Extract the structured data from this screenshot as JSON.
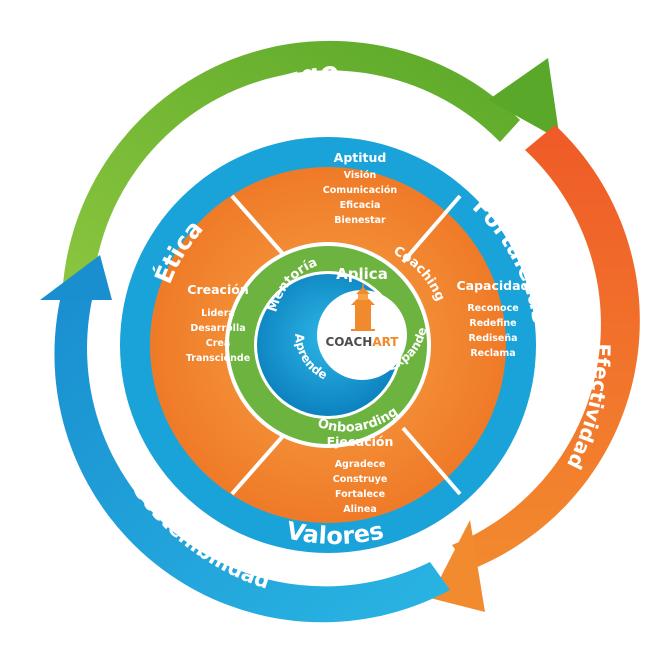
{
  "colors": {
    "green": "#7cbf3a",
    "green_dark": "#5e9e2a",
    "blue": "#1aa3d8",
    "blue_dark": "#0f87c2",
    "red_orange": "#ec5a2a",
    "orange": "#f3872f",
    "orange_light": "#f8a347",
    "white": "#ffffff",
    "brand_dark": "#4d4d4d",
    "brand_orange": "#f08a2c"
  },
  "outer_cycle": {
    "top": "Liderazgo",
    "right": "Efectividad",
    "bottom": "Sostenibilidad"
  },
  "middle_ring": {
    "left": "Ética",
    "right": "Fortalezas",
    "bottom": "Valores"
  },
  "quadrants": {
    "top": {
      "title": "Aptitud",
      "items": [
        "Visión",
        "Comunicación",
        "Eficacia",
        "Bienestar"
      ]
    },
    "right": {
      "title": "Capacidad",
      "items": [
        "Reconoce",
        "Redefine",
        "Rediseña",
        "Reclama"
      ]
    },
    "bottom": {
      "title": "Ejecución",
      "items": [
        "Agradece",
        "Construye",
        "Fortalece",
        "Alinea"
      ]
    },
    "left": {
      "title": "Creación",
      "items": [
        "Lidera",
        "Desarrolla",
        "Crea",
        "Transciende"
      ]
    }
  },
  "green_ring": {
    "left": "Mentoría",
    "right": "Coaching",
    "bottom": "Onboarding"
  },
  "core_ring": {
    "top": "Aplica",
    "left": "Aprende",
    "right": "Expande"
  },
  "brand": {
    "name_part1": "COACH",
    "name_part2": "ART",
    "logo_icon": "lighthouse-icon"
  }
}
